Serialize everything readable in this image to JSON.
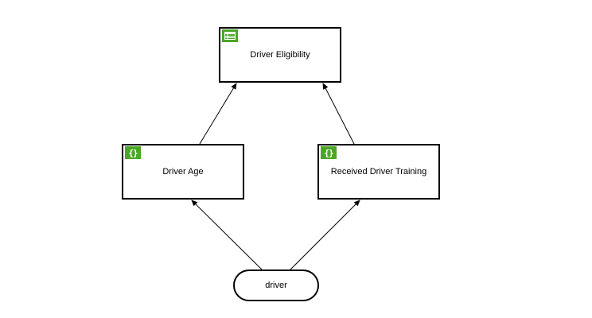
{
  "colors": {
    "badge": "#4aa627",
    "stroke": "#000000",
    "background": "#ffffff"
  },
  "nodes": {
    "eligibility": {
      "label": "Driver Eligibility",
      "icon": "decision-table-icon"
    },
    "age": {
      "label": "Driver Age",
      "icon": "literal-expression-icon",
      "icon_glyph": "{}"
    },
    "training": {
      "label": "Received Driver Training",
      "icon": "literal-expression-icon",
      "icon_glyph": "{}"
    },
    "driver": {
      "label": "driver"
    }
  },
  "edges": [
    {
      "from": "age",
      "to": "eligibility"
    },
    {
      "from": "training",
      "to": "eligibility"
    },
    {
      "from": "driver",
      "to": "age"
    },
    {
      "from": "driver",
      "to": "training"
    }
  ]
}
